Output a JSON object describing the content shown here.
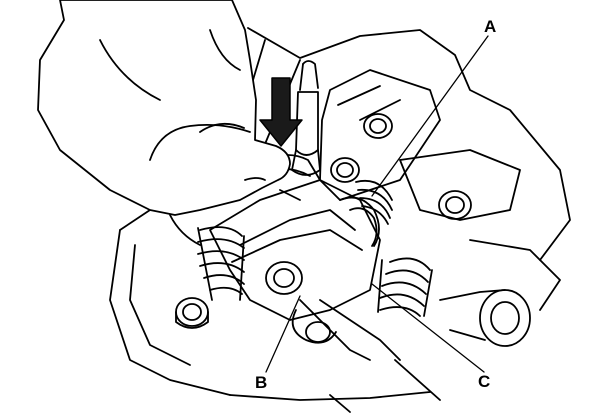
{
  "figure": {
    "callouts": {
      "a": "A",
      "b": "B",
      "c": "C"
    },
    "icons": {
      "press_direction": "down-arrow-icon",
      "hand": "hand-icon"
    },
    "colors": {
      "ink": "#000000",
      "paper": "#ffffff",
      "arrow_fill": "#1a1a1a"
    }
  }
}
